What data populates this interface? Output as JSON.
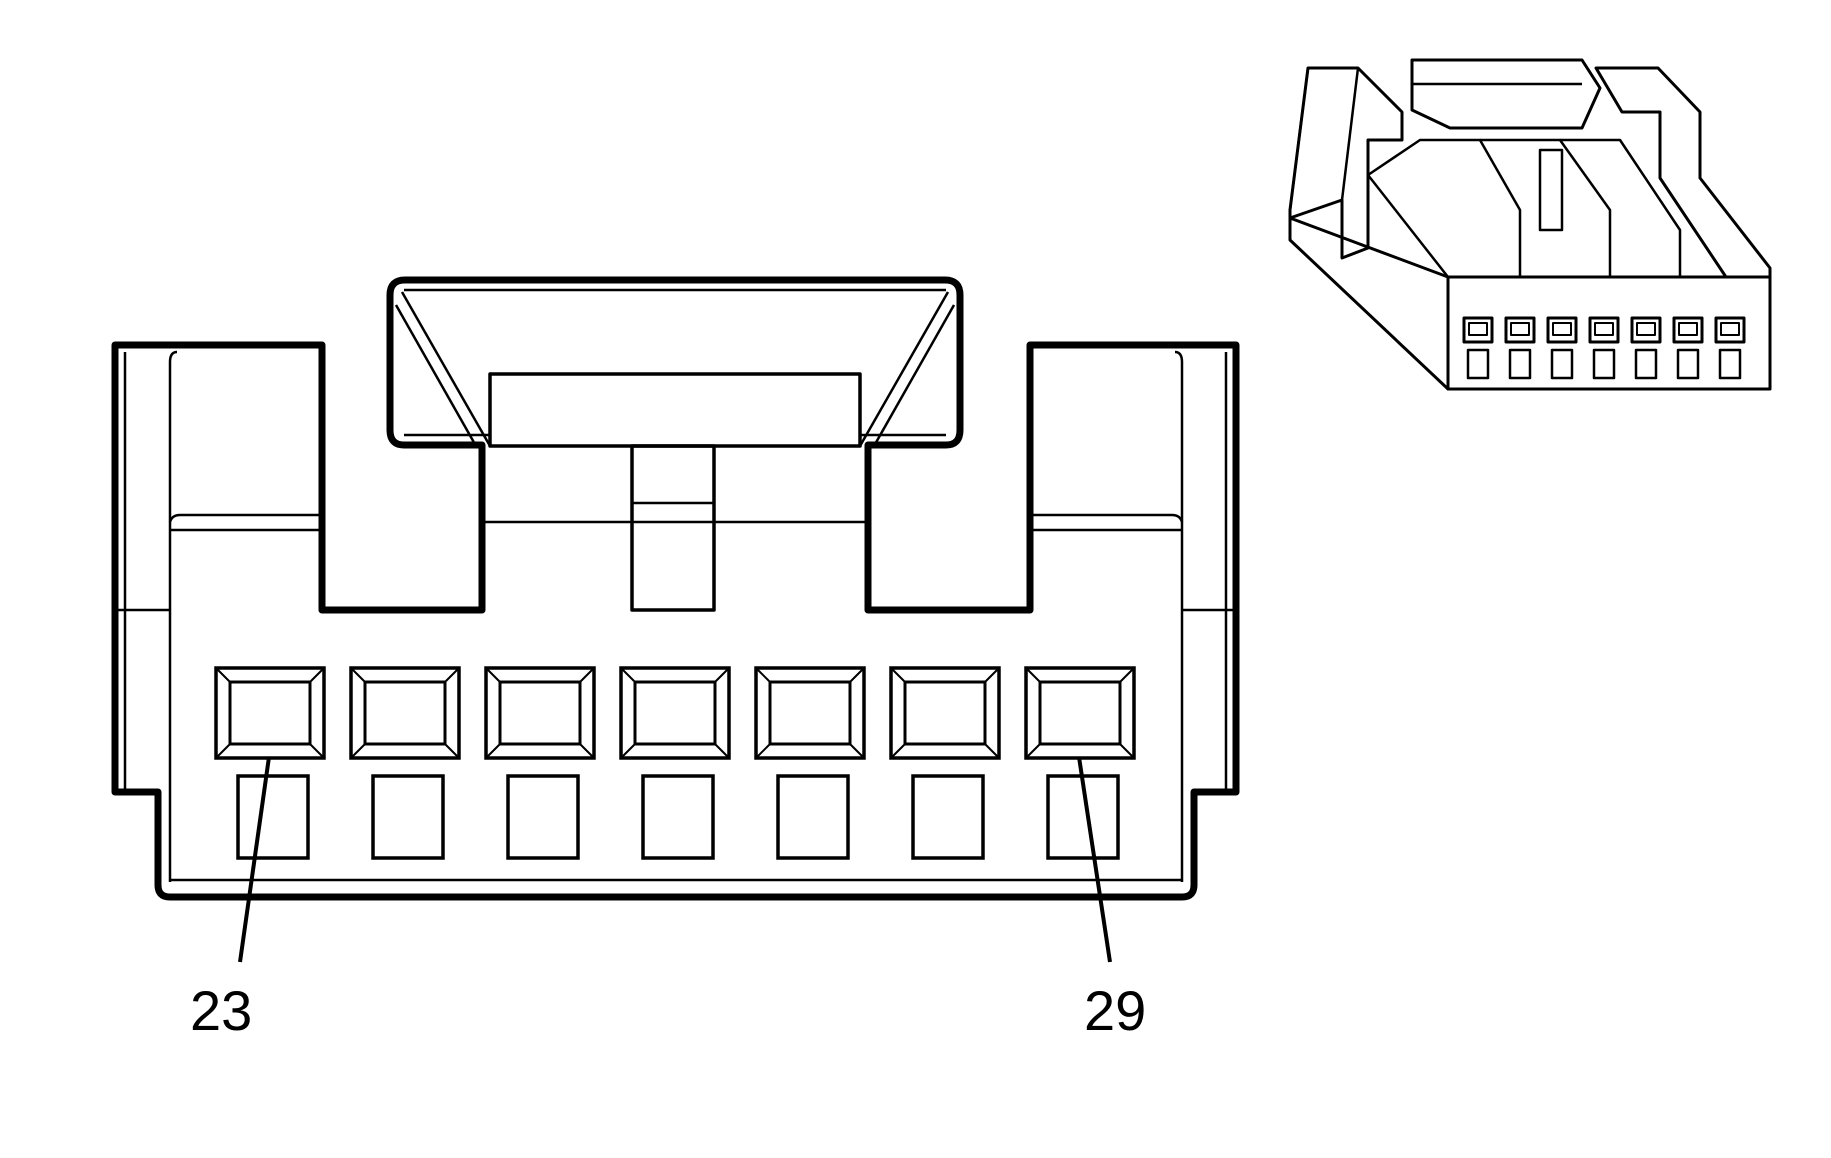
{
  "diagram": {
    "colors": {
      "line": "#000000",
      "background": "#ffffff"
    },
    "pin_labels": {
      "first": "23",
      "last": "29"
    },
    "cavity_count": 7
  }
}
